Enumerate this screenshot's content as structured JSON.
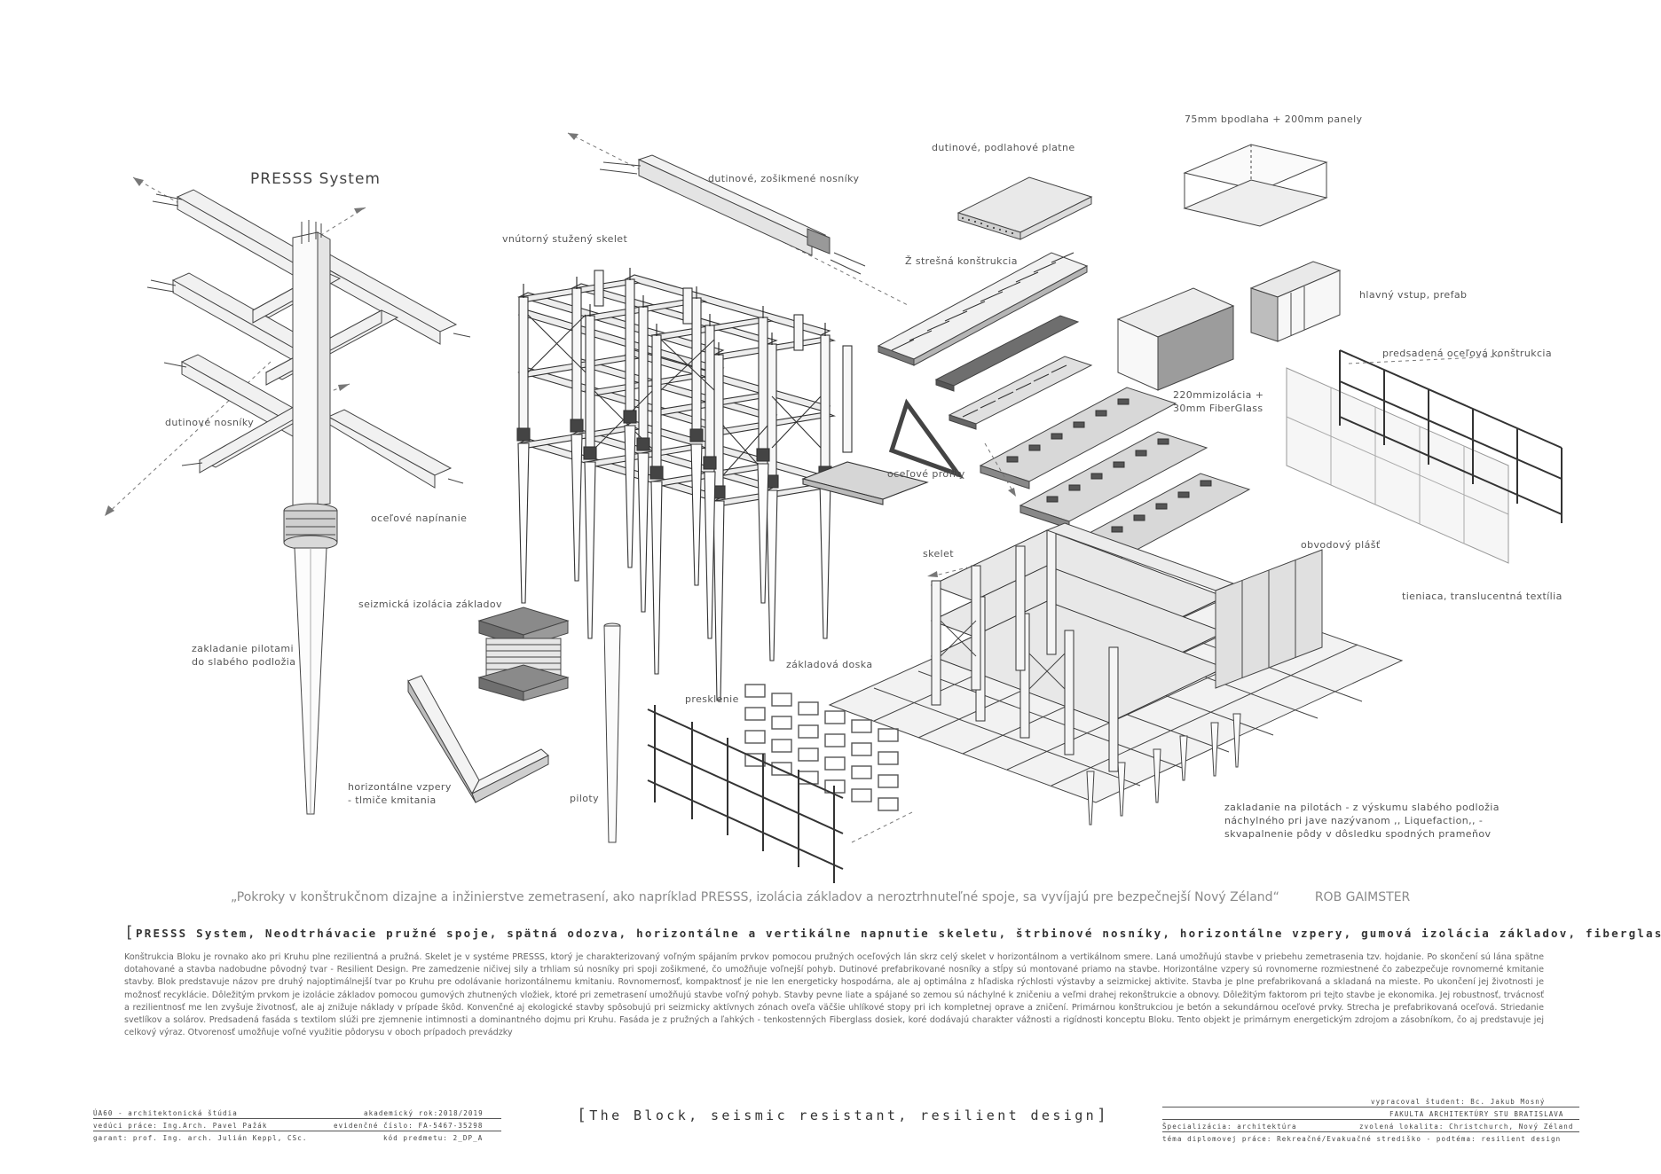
{
  "labels": {
    "system_title": "PRESSS System",
    "dutinove_nosniky": "dutinové nosníky",
    "ocelove_napinanie": "oceľové napínanie",
    "seizmicka_izolacia": "seizmická izolácia základov",
    "zakladanie_pilotami": "zakladanie pilotami do slabého podložia",
    "horizontalne_vzpery": "horizontálne vzpery - tlmiče kmitania",
    "piloty": "piloty",
    "zosikmene_nosniky": "dutinové, zošikmené nosníky",
    "vnutorny_skelet": "vnútorný stužený skelet",
    "podlahove_platne": "dutinové, podlahové platne",
    "stresna_konstrukcia": "Ž strešná konštrukcia",
    "ocelove_profily": "oceľové profily",
    "podlaha_panely": "75mm bpodlaha + 200mm panely",
    "hlavny_vstup": "hlavný vstup, prefab",
    "izolacia_fiberglass": "220mmizolácia + 30mm FiberGlass",
    "predsadena_konstrukcia": "predsadená oceľová konštrukcia",
    "obvodovy_plast": "obvodový plášť",
    "tieniaca_textilia": "tieniaca, translucentná textília",
    "skelet": "skelet",
    "zakladova_doska": "základová doska",
    "presklenie": "presklenie",
    "zakladanie_na_pilotach": "zakladanie na pilotách - z výskumu slabého podložia náchylného pri jave nazývanom ,, Liquefaction,, - skvapalnenie pôdy v dôsledku spodných prameňov"
  },
  "quote": {
    "text": "„Pokroky v konštrukčnom dizajne a inžinierstve zemetrasení, ako napríklad PRESSS, izolácia základov a neroztrhnuteľné spoje, sa vyvíjajú pre bezpečnejší  Nový Zéland“",
    "author": "ROB GAIMSTER"
  },
  "keywords": "PRESSS System, Neodtrhávacie pružné spoje, spätná odozva, horizontálne a vertikálne napnutie skeletu, štrbinové nosníky, horizontálne vzpery, gumová izolácia základov, fiberglass",
  "description": "Konštrukcia Bloku je rovnako ako pri Kruhu plne rezilientná a pružná. Skelet je v systéme PRESSS, ktorý je charakterizovaný voľným spájaním prvkov pomocou pružných oceľových lán skrz celý skelet v horizontálnom a vertikálnom smere. Laná umožňujú stavbe v priebehu zemetrasenia tzv. hojdanie. Po skončení sú lána spätne dotahované a stavba nadobudne pôvodný tvar - Resilient Design. Pre zamedzenie ničivej sily a trhliam sú nosníky pri spoji zošikmené, čo umožňuje voľnejší pohyb. Dutinové prefabrikované nosníky a stĺpy sú montované priamo na stavbe. Horizontálne vzpery sú rovnomerne rozmiestnené čo zabezpečuje rovnomerné kmitanie stavby. Blok predstavuje názov pre druhý najoptimálnejší tvar po Kruhu pre odolávanie horizontálnemu kmitaniu. Rovnomernosť, kompaktnosť je nie len energeticky hospodárna, ale aj optimálna z hľadiska rýchlosti výstavby a seizmickej aktivite. Stavba je plne prefabrikovaná a skladaná na mieste. Po ukončení jej životnosti je možnosť recyklácie. Dôležitým prvkom je izolácie základov pomocou gumových zhutnených vložiek, ktoré pri zemetrasení umožňujú stavbe voľný pohyb. Stavby pevne liate a spájané so zemou sú náchylné k zničeniu a veľmi drahej rekonštrukcie a obnovy. Dôležitým faktorom pri tejto stavbe je ekonomika. Jej robustnosť, trvácnosť a rezilientnosť me len zvyšuje životnosť, ale aj znižuje náklady v prípade škôd. Konvenčné aj ekologické stavby spôsobujú pri seizmicky aktívnych zónach oveľa väčšie uhlíkové stopy pri ich kompletnej oprave a zničení. Primárnou konštrukciou je betón a sekundárnou oceľové prvky. Strecha je prefabrikovaná oceľová. Striedanie svetlíkov a solárov. Predsadená fasáda s textilom slúži pre zjemnenie intimnosti a dominantného dojmu pri Kruhu. Fasáda je z pružných a ľahkých - tenkostenných Fiberglass dosiek, koré dodávajú charakter vážnosti a rigídnosti konceptu Bloku. Tento objekt je primárnym energetickým zdrojom a zásobníkom, čo aj predstavuje jej celkový výraz. Otvorenosť umožňuje voľné využitie pôdorysu v oboch prípadoch prevádzky",
  "title_block": {
    "left": {
      "row1_a": "ÚA60 - architektonická štúdia",
      "row1_b": "akademický rok:2018/2019",
      "row2_a": "vedúci práce:  Ing.Arch. Pavel Pažák",
      "row2_b": "evidenčné číslo: FA-5467-35298",
      "row3_a": "garant: prof. Ing. arch. Julián Keppl, CSc.",
      "row3_b": "kód predmetu: 2_DP_A"
    },
    "center": "The Block, seismic resistant, resilient design",
    "right": {
      "row1": "vypracoval študent: Bc. Jakub Mosný",
      "row2": "FAKULTA ARCHITEKTÚRY STU BRATISLAVA",
      "row3_a": "Špecializácia:  architektúra",
      "row3_b": "zvolená lokalita: Christchurch, Nový Zéland",
      "row4": "téma diplomovej práce: Rekreačné/Evakuačné strediško - podtéma: resilient design"
    }
  }
}
